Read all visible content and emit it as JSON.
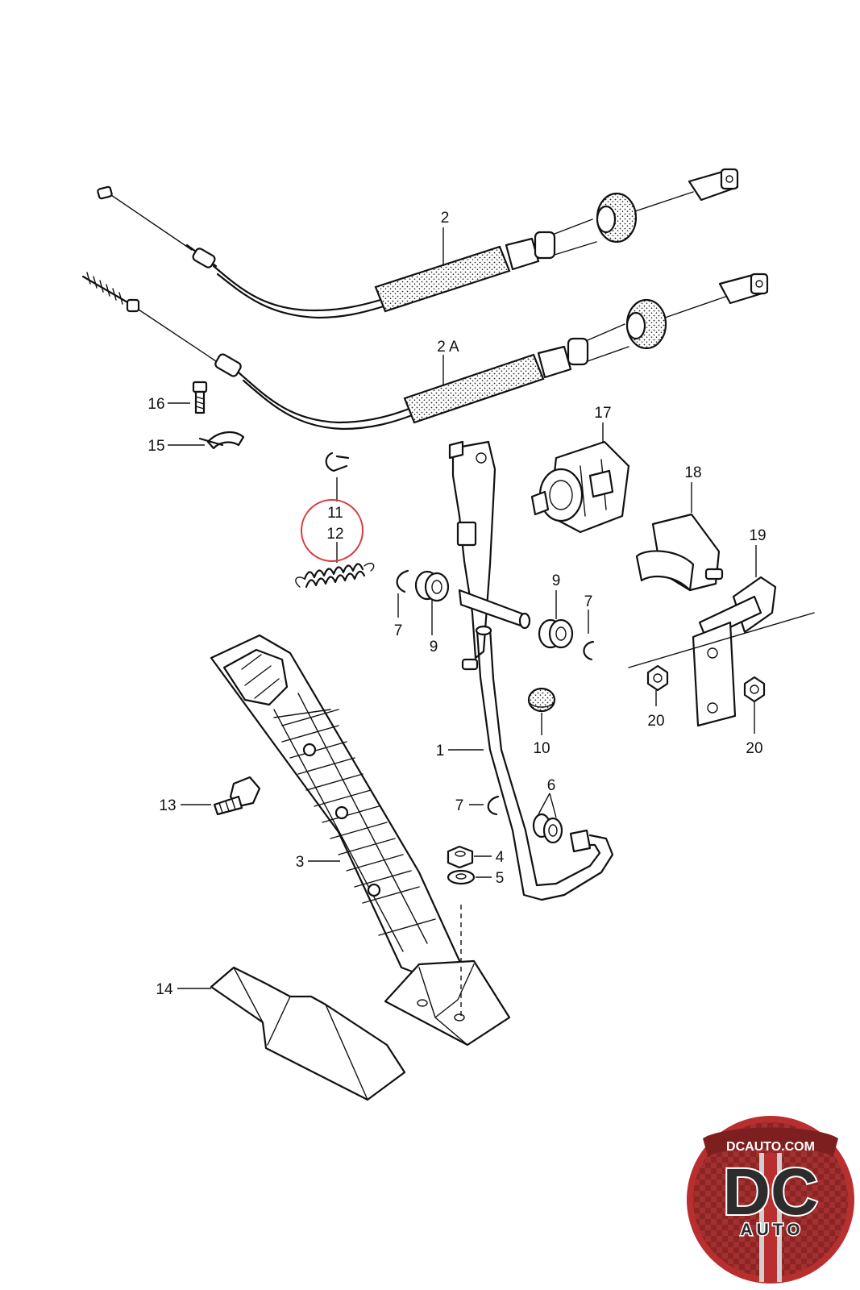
{
  "diagram": {
    "callouts": [
      {
        "id": "c2",
        "text": "2"
      },
      {
        "id": "c2a",
        "text": "2 A"
      },
      {
        "id": "c16",
        "text": "16"
      },
      {
        "id": "c15",
        "text": "15"
      },
      {
        "id": "c17",
        "text": "17"
      },
      {
        "id": "c18",
        "text": "18"
      },
      {
        "id": "c19",
        "text": "19"
      },
      {
        "id": "c11",
        "text": "11"
      },
      {
        "id": "c12",
        "text": "12"
      },
      {
        "id": "c7a",
        "text": "7"
      },
      {
        "id": "c9a",
        "text": "9"
      },
      {
        "id": "c9b",
        "text": "9"
      },
      {
        "id": "c7b",
        "text": "7"
      },
      {
        "id": "c20a",
        "text": "20"
      },
      {
        "id": "c20b",
        "text": "20"
      },
      {
        "id": "c10",
        "text": "10"
      },
      {
        "id": "c1",
        "text": "1"
      },
      {
        "id": "c13",
        "text": "13"
      },
      {
        "id": "c6",
        "text": "6"
      },
      {
        "id": "c7c",
        "text": "7"
      },
      {
        "id": "c4",
        "text": "4"
      },
      {
        "id": "c3",
        "text": "3"
      },
      {
        "id": "c5",
        "text": "5"
      },
      {
        "id": "c14",
        "text": "14"
      }
    ],
    "highlight_color": "#d63b3b",
    "line_color": "#111111"
  },
  "logo": {
    "brand": "DCAUTO.COM",
    "big": "DC",
    "sub": "AUTO",
    "colors": {
      "ring": "#b92f2f",
      "inner": "#8c2424",
      "stripe": "#cfcfcf",
      "text": "#2c2c2c"
    }
  }
}
